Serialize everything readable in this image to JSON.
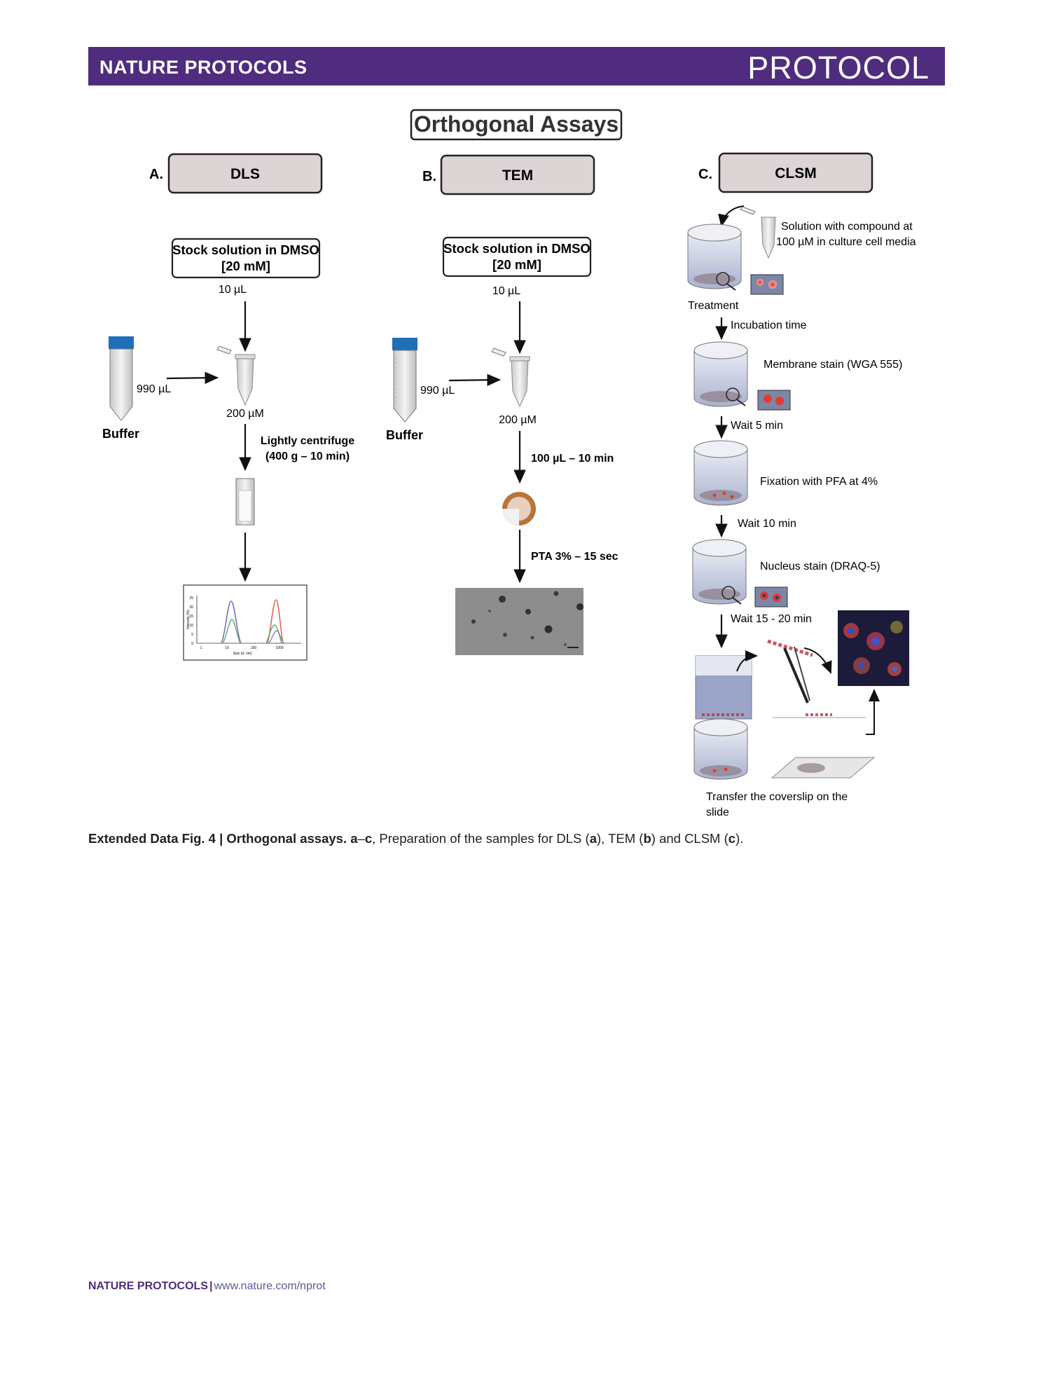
{
  "header": {
    "journal": "NATURE PROTOCOLS",
    "article_type": "PROTOCOL"
  },
  "figure": {
    "title": "Orthogonal Assays",
    "panels": {
      "a": {
        "letter": "A.",
        "name": "DLS",
        "stock_line1": "Stock solution in DMSO",
        "stock_line2": "[20 mM]",
        "stock_volume": "10 µL",
        "buffer_volume": "990 µL",
        "buffer_label": "Buffer",
        "concentration": "200 µM",
        "step_line1": "Lightly centrifuge",
        "step_line2": "(400 g – 10 min)",
        "plot": {
          "ylabel": "Intensity (%)",
          "xlabel": "Size (d. nm)",
          "yticks": [
            "25",
            "20",
            "15",
            "10",
            "5",
            "0"
          ],
          "xticks": [
            "1",
            "10",
            "100",
            "1000"
          ]
        }
      },
      "b": {
        "letter": "B.",
        "name": "TEM",
        "stock_line1": "Stock solution in DMSO",
        "stock_line2": "[20 mM]",
        "stock_volume": "10 µL",
        "buffer_volume": "990 µL",
        "buffer_label": "Buffer",
        "concentration": "200  µM",
        "step1": "100 µL – 10 min",
        "step2": "PTA 3% – 15 sec"
      },
      "c": {
        "letter": "C.",
        "name": "CLSM",
        "solution_line1": "Solution with compound at",
        "solution_line2": "100 µM in culture cell media",
        "treatment": "Treatment",
        "incubation": "Incubation time",
        "membrane": "Membrane stain (WGA 555)",
        "wait1": "Wait 5 min",
        "fixation": "Fixation with PFA at 4%",
        "wait2": "Wait 10 min",
        "nucleus": "Nucleus stain (DRAQ-5)",
        "wait3": "Wait 15 - 20 min",
        "transfer_line1": "Transfer the coverslip on the",
        "transfer_line2": "slide"
      }
    }
  },
  "caption": {
    "label": "Extended Data Fig. 4 | Orthogonal assays.",
    "a": "a",
    "dash": "–",
    "c": "c",
    "text1": ", Preparation of the samples for DLS (",
    "text2": "), TEM (",
    "b": "b",
    "text3": ") and CLSM (",
    "text4": ")."
  },
  "footer": {
    "journal": "NATURE PROTOCOLS",
    "separator": "|",
    "url": "www.nature.com/nprot"
  },
  "colors": {
    "banner": "#4f2c7e",
    "box_fill": "#ddd5d5",
    "cap_blue": "#1e6fb8",
    "medium": "#9aa4c8"
  }
}
